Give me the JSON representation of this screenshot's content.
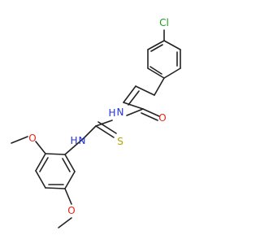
{
  "molecule": {
    "atoms": [
      {
        "id": "Cl",
        "label": "Cl",
        "color": "#1a9c1a"
      },
      {
        "id": "N_amide",
        "label": "N",
        "color": "#2233dd"
      },
      {
        "id": "H_amide",
        "label": "H",
        "color": "#2233dd"
      },
      {
        "id": "O_carbonyl",
        "label": "O",
        "color": "#e3271b"
      },
      {
        "id": "N_aryl",
        "label": "N",
        "color": "#2233dd"
      },
      {
        "id": "H_aryl",
        "label": "H",
        "color": "#2233dd"
      },
      {
        "id": "S_thio",
        "label": "S",
        "color": "#b8a200"
      },
      {
        "id": "O_methoxy_1",
        "label": "O",
        "color": "#e3271b"
      },
      {
        "id": "O_methoxy_2",
        "label": "O",
        "color": "#e3271b"
      }
    ]
  }
}
